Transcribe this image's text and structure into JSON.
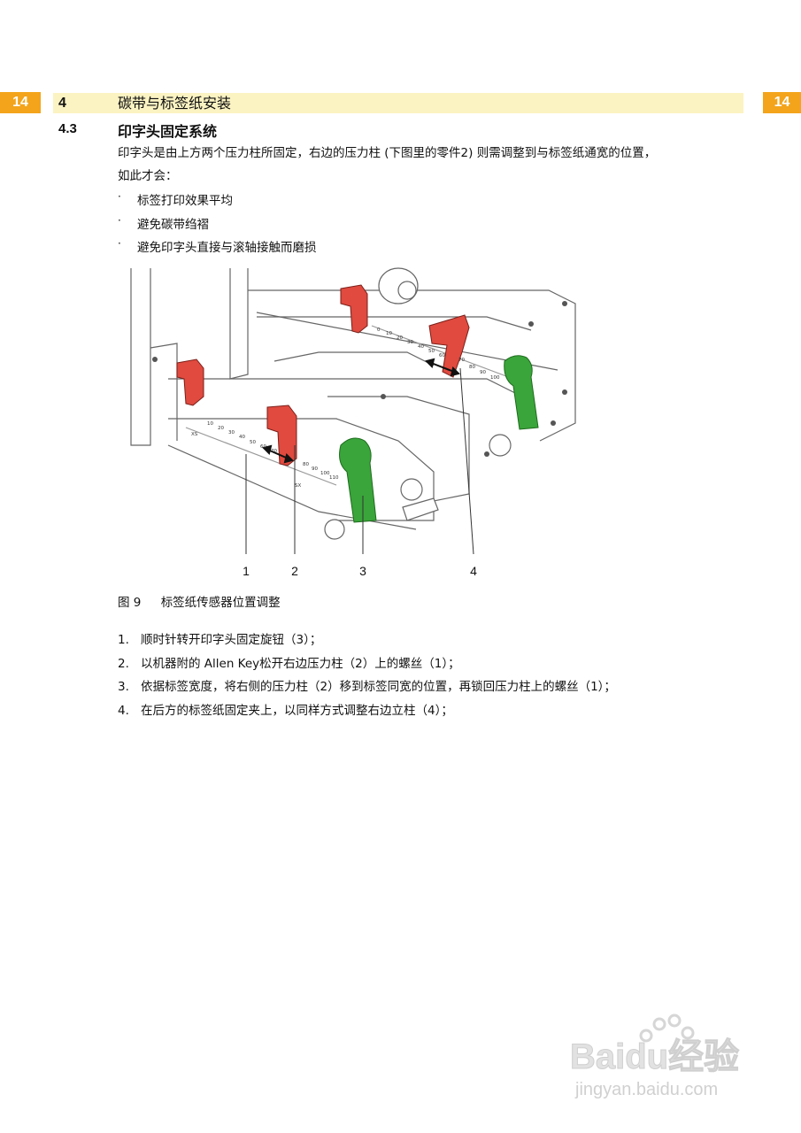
{
  "header": {
    "page_number_left": "14",
    "page_number_right": "14",
    "chapter_number": "4",
    "chapter_title": "碳带与标签纸安装"
  },
  "section": {
    "number": "4.3",
    "title": "印字头固定系统",
    "intro_line1": "印字头是由上方两个压力柱所固定，右边的压力柱 (下图里的零件2) 则需调整到与标签纸通宽的位置，",
    "intro_line2": "如此才会：",
    "bullets": [
      "标签打印效果平均",
      "避免碳带绉褶",
      "避免印字头直接与滚轴接触而磨损"
    ],
    "bullet_symbol": "·"
  },
  "figure": {
    "callouts": [
      "1",
      "2",
      "3",
      "4"
    ],
    "scale_front": [
      "XS",
      "10",
      "20",
      "30",
      "40",
      "50",
      "60",
      "70",
      "80",
      "90",
      "100",
      "110",
      "SX"
    ],
    "scale_rear": [
      "0",
      "10",
      "20",
      "30",
      "40",
      "50",
      "60",
      "70",
      "80",
      "90",
      "100"
    ],
    "caption_label": "图 9",
    "caption_text": "标签纸传感器位置调整",
    "colors": {
      "red_parts": "#e04a3f",
      "green_levers": "#3aa53a",
      "line": "#555555"
    }
  },
  "steps": [
    {
      "num": "1.",
      "text": "顺时针转开印字头固定旋钮（3）；"
    },
    {
      "num": "2.",
      "text": "以机器附的 Allen Key松开右边压力柱（2）上的螺丝（1）；"
    },
    {
      "num": "3.",
      "text": "依据标签宽度，将右侧的压力柱（2）移到标签同宽的位置，再锁回压力柱上的螺丝（1）；"
    },
    {
      "num": "4.",
      "text": "在后方的标签纸固定夹上，以同样方式调整右边立柱（4）；"
    }
  ],
  "watermark": {
    "brand": "Baidu经验",
    "url": "jingyan.baidu.com"
  }
}
